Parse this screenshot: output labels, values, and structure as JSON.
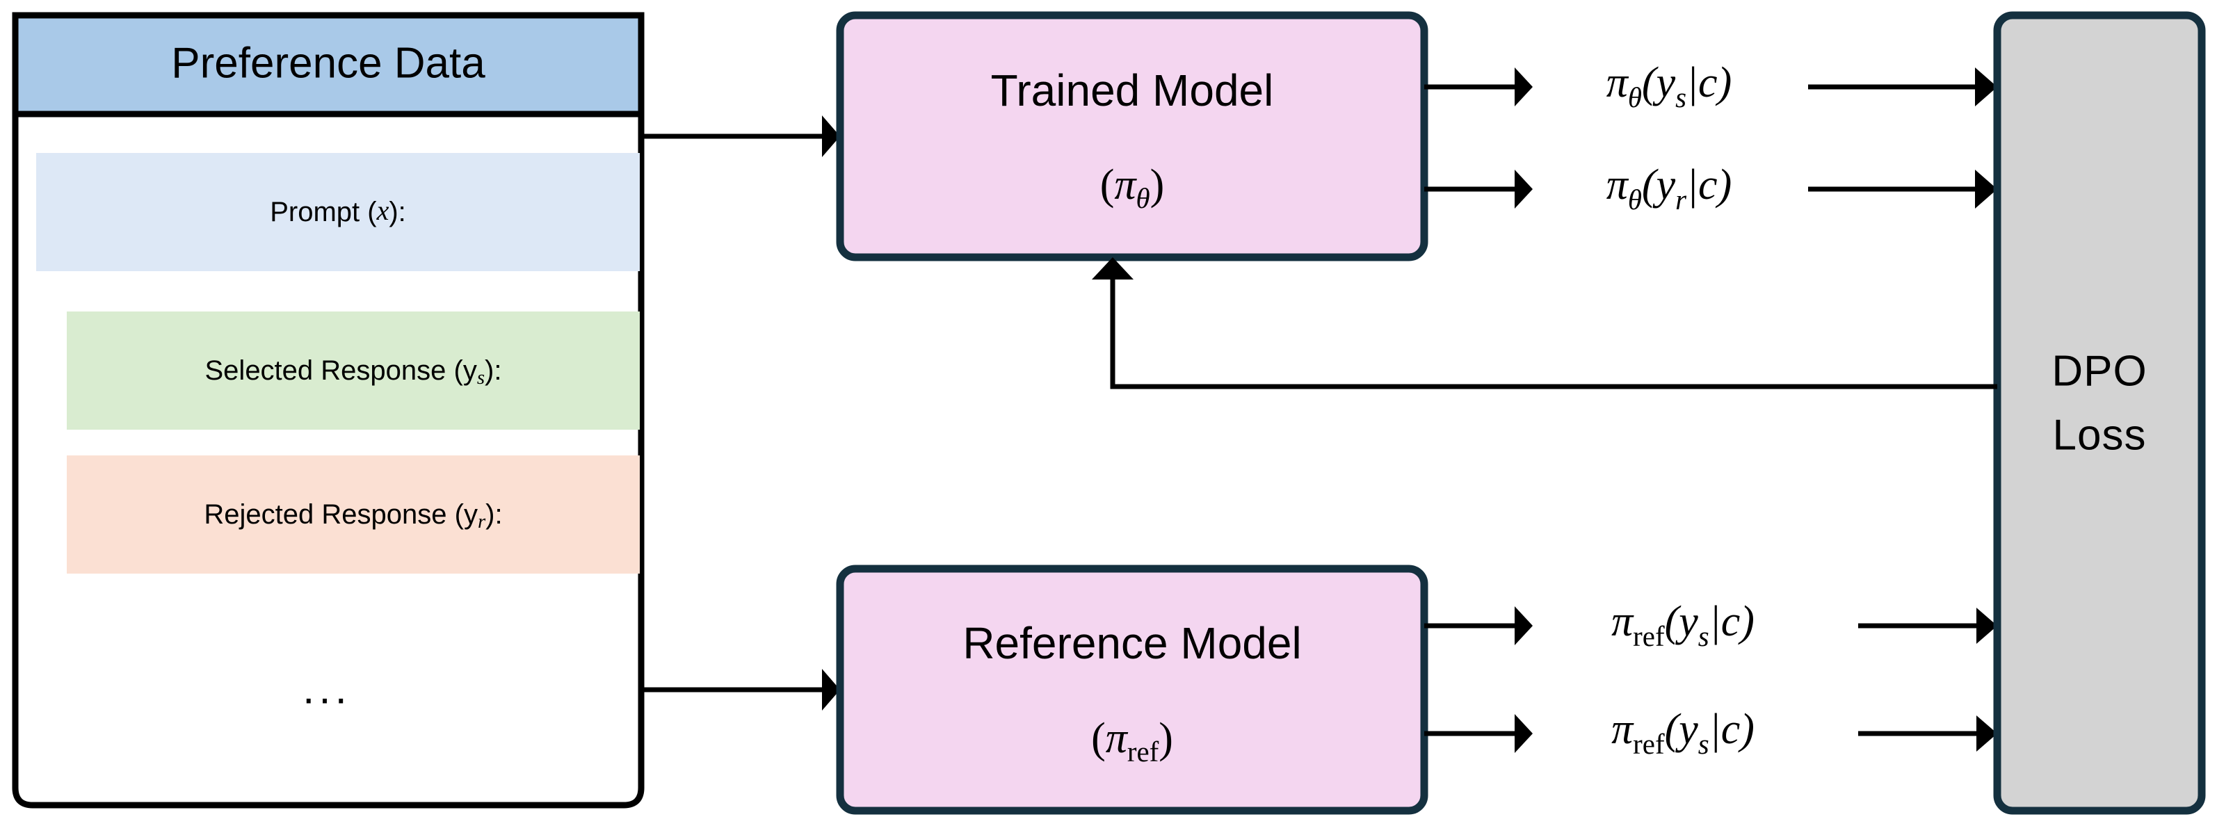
{
  "diagram": {
    "title": "DPO training flow",
    "colors": {
      "header_blue": "#a9c9e8",
      "model_pink": "#f4d6f0",
      "loss_gray": "#d3d3d3",
      "prompt_swatch": "#dde8f6",
      "selected_swatch": "#d9ecd0",
      "rejected_swatch": "#fbe0d3",
      "border_navy": "#14303f",
      "border_black": "#000000"
    },
    "preference_data": {
      "header_label": "Preference Data",
      "items": [
        {
          "label": "Prompt (",
          "symbol": "x",
          "sub": "",
          "suffix": "):"
        },
        {
          "label": "Selected Response (",
          "symbol": "y",
          "sub": "s",
          "suffix": "):"
        },
        {
          "label": "Rejected Response (",
          "symbol": "y",
          "sub": "r",
          "suffix": "):"
        }
      ],
      "ellipsis": "..."
    },
    "trained_model": {
      "line1": "Trained Model",
      "line2_open": "(",
      "line2_symbol": "π",
      "line2_sub": "θ",
      "line2_close": ")"
    },
    "reference_model": {
      "line1": "Reference Model",
      "line2_open": "(",
      "line2_symbol": "π",
      "line2_sub": "ref",
      "line2_close": ")"
    },
    "loss_block": {
      "line1": "DPO",
      "line2": "Loss"
    },
    "outputs": [
      {
        "id": "trained-selected",
        "pi": "π",
        "sub": "θ",
        "sub_upright": false,
        "args": "(y",
        "arg_sub": "s",
        "args_tail": "|c)"
      },
      {
        "id": "trained-rejected",
        "pi": "π",
        "sub": "θ",
        "sub_upright": false,
        "args": "(y",
        "arg_sub": "r",
        "args_tail": "|c)"
      },
      {
        "id": "reference-selected-1",
        "pi": "π",
        "sub": "ref",
        "sub_upright": true,
        "args": "(y",
        "arg_sub": "s",
        "args_tail": "|c)"
      },
      {
        "id": "reference-selected-2",
        "pi": "π",
        "sub": "ref",
        "sub_upright": true,
        "args": "(y",
        "arg_sub": "s",
        "args_tail": "|c)"
      }
    ]
  }
}
